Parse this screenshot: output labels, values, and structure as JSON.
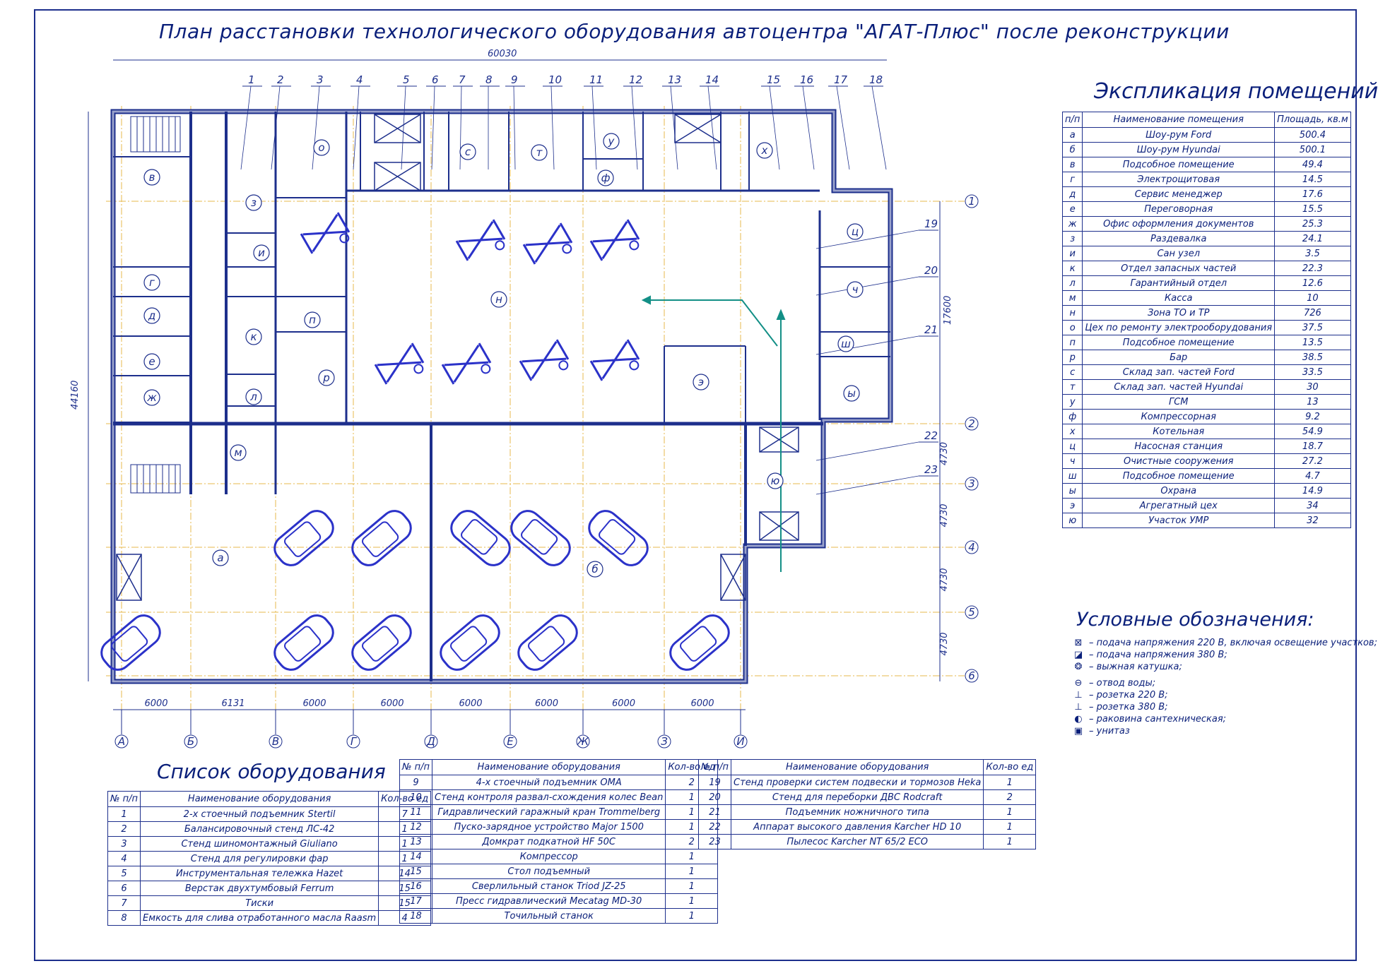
{
  "title": "План расстановки технологического оборудования автоцентра \"АГАТ-Плюс\" после реконструкции",
  "overall_width_dim": "60030",
  "overall_height_dim": "44160",
  "inner_height_dim": "17600",
  "row_dims": [
    "4730",
    "4730",
    "4730",
    "4730"
  ],
  "col_dims": [
    "6000",
    "6131",
    "6000",
    "6000",
    "6000",
    "6000",
    "6000",
    "6000"
  ],
  "column_axes": [
    "А",
    "Б",
    "В",
    "Г",
    "Д",
    "Е",
    "Ж",
    "З",
    "И"
  ],
  "row_axes": [
    "1",
    "2",
    "3",
    "4",
    "5",
    "6"
  ],
  "callouts": [
    "1",
    "2",
    "3",
    "4",
    "5",
    "6",
    "7",
    "8",
    "9",
    "10",
    "11",
    "12",
    "13",
    "14",
    "15",
    "16",
    "17",
    "18",
    "19",
    "20",
    "21",
    "22",
    "23"
  ],
  "room_letters": [
    "а",
    "б",
    "в",
    "г",
    "д",
    "е",
    "ж",
    "з",
    "и",
    "к",
    "л",
    "м",
    "н",
    "о",
    "п",
    "р",
    "с",
    "т",
    "у",
    "ф",
    "х",
    "ц",
    "ч",
    "ш",
    "ы",
    "э",
    "ю"
  ],
  "explication": {
    "title": "Экспликация помещений",
    "headers": [
      "п/п",
      "Наименование помещения",
      "Площадь, кв.м"
    ],
    "rows": [
      [
        "а",
        "Шоу-рум Ford",
        "500.4"
      ],
      [
        "б",
        "Шоу-рум Hyundai",
        "500.1"
      ],
      [
        "в",
        "Подсобное помещение",
        "49.4"
      ],
      [
        "г",
        "Электрощитовая",
        "14.5"
      ],
      [
        "д",
        "Сервис менеджер",
        "17.6"
      ],
      [
        "е",
        "Переговорная",
        "15.5"
      ],
      [
        "ж",
        "Офис оформления документов",
        "25.3"
      ],
      [
        "з",
        "Раздевалка",
        "24.1"
      ],
      [
        "и",
        "Сан узел",
        "3.5"
      ],
      [
        "к",
        "Отдел запасных частей",
        "22.3"
      ],
      [
        "л",
        "Гарантийный отдел",
        "12.6"
      ],
      [
        "м",
        "Касса",
        "10"
      ],
      [
        "н",
        "Зона ТО и ТР",
        "726"
      ],
      [
        "о",
        "Цех по ремонту электрооборудования",
        "37.5"
      ],
      [
        "п",
        "Подсобное помещение",
        "13.5"
      ],
      [
        "р",
        "Бар",
        "38.5"
      ],
      [
        "с",
        "Склад зап. частей Ford",
        "33.5"
      ],
      [
        "т",
        "Склад зап. частей Hyundai",
        "30"
      ],
      [
        "у",
        "ГСМ",
        "13"
      ],
      [
        "ф",
        "Компрессорная",
        "9.2"
      ],
      [
        "х",
        "Котельная",
        "54.9"
      ],
      [
        "ц",
        "Насосная станция",
        "18.7"
      ],
      [
        "ч",
        "Очистные сооружения",
        "27.2"
      ],
      [
        "ш",
        "Подсобное помещение",
        "4.7"
      ],
      [
        "ы",
        "Охрана",
        "14.9"
      ],
      [
        "э",
        "Агрегатный цех",
        "34"
      ],
      [
        "ю",
        "Участок УМР",
        "32"
      ]
    ]
  },
  "legend": {
    "title": "Условные обозначения:",
    "items": [
      {
        "icon": "panel-220-icon",
        "symbol": "⊠",
        "text": "– подача напряжения 220 В, включая освещение участков;"
      },
      {
        "icon": "panel-380-icon",
        "symbol": "◪",
        "text": "– подача напряжения 380 В;"
      },
      {
        "icon": "hose-reel-icon",
        "symbol": "❂",
        "text": "– выжная катушка;"
      },
      {
        "icon": "drain-icon",
        "symbol": "⊖",
        "text": "– отвод воды;"
      },
      {
        "icon": "socket-220-icon",
        "symbol": "⊥",
        "text": "– розетка 220 В;"
      },
      {
        "icon": "socket-380-icon",
        "symbol": "⊥",
        "text": "– розетка 380 В;"
      },
      {
        "icon": "sink-icon",
        "symbol": "◐",
        "text": "– раковина сантехническая;"
      },
      {
        "icon": "toilet-icon",
        "symbol": "▣",
        "text": "– унитаз"
      }
    ]
  },
  "equipment": {
    "title": "Список оборудования",
    "headers": [
      "№ п/п",
      "Наименование оборудования",
      "Кол-во ед"
    ],
    "table1": [
      [
        "1",
        "2-х стоечный подъемник Stertil",
        "7"
      ],
      [
        "2",
        "Балансировочный стенд ЛС-42",
        "1"
      ],
      [
        "3",
        "Стенд шиномонтажный Giuliano",
        "1"
      ],
      [
        "4",
        "Стенд для регулировки фар",
        "1"
      ],
      [
        "5",
        "Инструментальная тележка Hazet",
        "14"
      ],
      [
        "6",
        "Верстак двухтумбовый Ferrum",
        "15"
      ],
      [
        "7",
        "Тиски",
        "15"
      ],
      [
        "8",
        "Емкость для слива отработанного масла Raasm",
        "4"
      ]
    ],
    "table2": [
      [
        "9",
        "4-х стоечный подъемник OMA",
        "2"
      ],
      [
        "10",
        "Стенд контроля развал-схождения колес Bean",
        "1"
      ],
      [
        "11",
        "Гидравлический гаражный кран Trommelberg",
        "1"
      ],
      [
        "12",
        "Пуско-зарядное устройство Major 1500",
        "1"
      ],
      [
        "13",
        "Домкрат подкатной HF 50C",
        "2"
      ],
      [
        "14",
        "Компрессор",
        "1"
      ],
      [
        "15",
        "Стол подъемный",
        "1"
      ],
      [
        "16",
        "Сверлильный станок Triod JZ-25",
        "1"
      ],
      [
        "17",
        "Пресс гидравлический Mecatag MD-30",
        "1"
      ],
      [
        "18",
        "Точильный станок",
        "1"
      ]
    ],
    "table3": [
      [
        "19",
        "Стенд проверки систем подвески и тормозов Heka",
        "1"
      ],
      [
        "20",
        "Стенд для переборки ДВС Rodcraft",
        "2"
      ],
      [
        "21",
        "Подъемник ножничного типа",
        "1"
      ],
      [
        "22",
        "Аппарат высокого давления Karcher HD 10",
        "1"
      ],
      [
        "23",
        "Пылесос Karcher NT 65/2 ECO",
        "1"
      ]
    ]
  },
  "colors": {
    "ink": "#1d2f8c",
    "fill": "#2b32c9",
    "axis": "#e7b94d",
    "arrow": "#138f86"
  }
}
